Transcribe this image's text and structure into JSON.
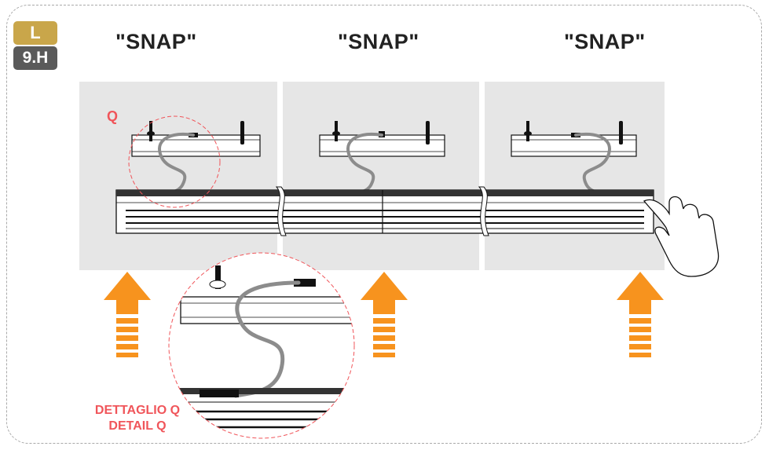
{
  "badge": {
    "letter": "L",
    "step": "9.H"
  },
  "panels": [
    {
      "label": "\"SNAP\""
    },
    {
      "label": "\"SNAP\""
    },
    {
      "label": "\"SNAP\""
    }
  ],
  "detail_marker": "Q",
  "detail_caption": {
    "line1": "DETTAGLIO Q",
    "line2": "DETAIL Q"
  },
  "colors": {
    "badge_gold": "#c9a64a",
    "badge_gray": "#5a5a5a",
    "arrow_orange": "#f7931e",
    "detail_red": "#f0555a",
    "panel_gray": "#e6e6e6",
    "frame_dash": "#a9a9a9"
  },
  "icons": [
    "up-arrow-icon",
    "hand-icon",
    "magnifier-circle-icon"
  ]
}
